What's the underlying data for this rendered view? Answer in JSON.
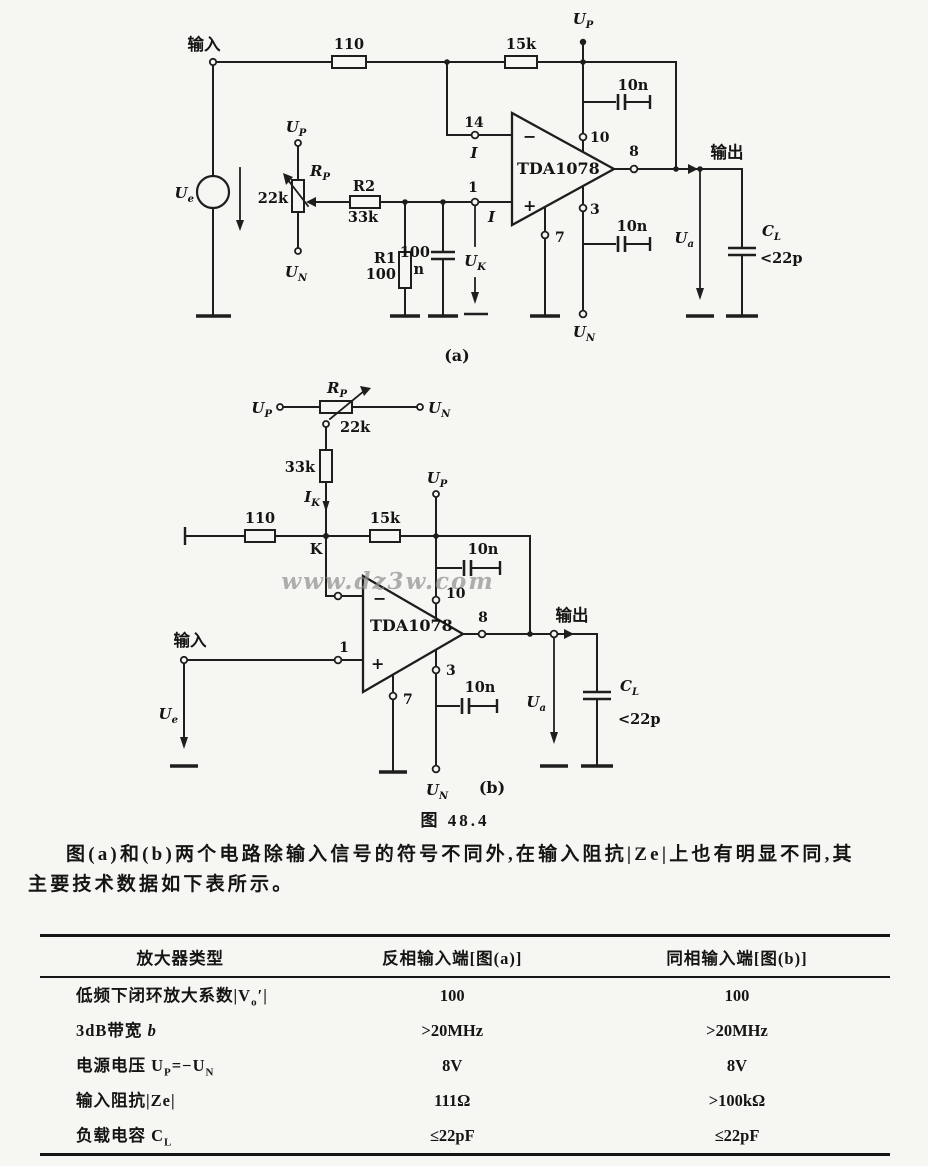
{
  "figure": {
    "caption": "图 48.4",
    "watermark": "www.dz3w.com"
  },
  "paragraph": {
    "line1": "图(a)和(b)两个电路除输入信号的符号不同外,在输入阻抗|Ze|上也有明显不同,其",
    "line2": "主要技术数据如下表所示。"
  },
  "circuit_a": {
    "tag": "(a)",
    "input_label": "输入",
    "output_label": "输出",
    "r_input": "110",
    "r_feedback": "15k",
    "cap_top": "10n",
    "cap_mid": "10n",
    "opamp": "TDA1078",
    "minus": "−",
    "plus": "+",
    "pin14": "14",
    "pin14_current": "I",
    "pin1": "1",
    "pin1_current": "I",
    "pin10": "10",
    "pin3": "3",
    "pin7": "7",
    "pin8": "8",
    "source": {
      "base": "U",
      "sub": "e"
    },
    "up_top": {
      "base": "U",
      "sub": "P"
    },
    "up_pot": {
      "base": "U",
      "sub": "P"
    },
    "un_pot": {
      "base": "U",
      "sub": "N"
    },
    "pot_name": {
      "base": "R",
      "sub": "P"
    },
    "pot_value": "22k",
    "r2_name": "R2",
    "r2_value": "33k",
    "r1_name": "R1",
    "r1_value": "100",
    "c_in_value_1": "100",
    "c_in_value_2": "n",
    "uk": {
      "base": "U",
      "sub": "K"
    },
    "un_pin3": {
      "base": "U",
      "sub": "N"
    },
    "ua": {
      "base": "U",
      "sub": "a"
    },
    "cl_name": {
      "base": "C",
      "sub": "L"
    },
    "cl_value": "<22p"
  },
  "circuit_b": {
    "tag": "(b)",
    "input_label": "输入",
    "output_label": "输出",
    "pot_name": {
      "base": "R",
      "sub": "P"
    },
    "pot_value": "22k",
    "up_pot": {
      "base": "U",
      "sub": "P"
    },
    "un_pot": {
      "base": "U",
      "sub": "N"
    },
    "r33k": "33k",
    "ik": {
      "base": "I",
      "sub": "K"
    },
    "node_k": "K",
    "r110": "110",
    "r15k": "15k",
    "up_top": {
      "base": "U",
      "sub": "P"
    },
    "cap_top": "10n",
    "cap_bot": "10n",
    "opamp": "TDA1078",
    "minus": "−",
    "plus": "+",
    "pin1": "1",
    "pin10": "10",
    "pin3": "3",
    "pin7": "7",
    "pin8": "8",
    "source": {
      "base": "U",
      "sub": "e"
    },
    "un_pin3": {
      "base": "U",
      "sub": "N"
    },
    "ua": {
      "base": "U",
      "sub": "a"
    },
    "cl_name": {
      "base": "C",
      "sub": "L"
    },
    "cl_value": "<22p"
  },
  "table": {
    "headers": [
      "放大器类型",
      "反相输入端[图(a)]",
      "同相输入端[图(b)]"
    ],
    "rows": [
      {
        "l1": "低频下闭环放大系数|V",
        "sub1": "o",
        "l2": "′|",
        "a": "100",
        "b": "100"
      },
      {
        "l1": "3dB带宽 ",
        "it": "b",
        "a": ">20MHz",
        "b": ">20MHz"
      },
      {
        "l1": "电源电压 U",
        "sub1": "P",
        "l2": "=−U",
        "sub2": "N",
        "a": "8V",
        "b": "8V"
      },
      {
        "l1": "输入阻抗|Ze|",
        "a": "111Ω",
        "b": ">100kΩ"
      },
      {
        "l1": "负载电容 C",
        "sub1": "L",
        "a": "≤22pF",
        "b": "≤22pF"
      }
    ]
  }
}
